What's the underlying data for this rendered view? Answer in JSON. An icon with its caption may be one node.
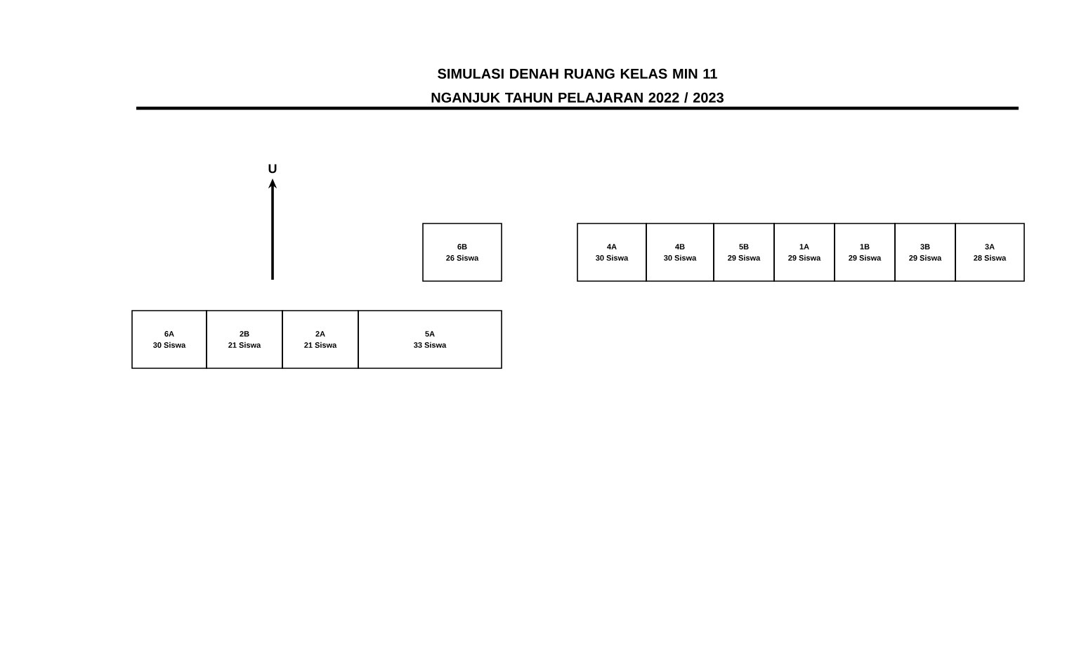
{
  "diagram": {
    "title": "SIMULASI DENAH RUANG KELAS MIN 11 NGANJUK TAHUN PELAJARAN 2022 / 2023",
    "nodes": [
      {
        "text": [
          "6B",
          "26 Siswa"
        ]
      },
      {
        "text": [
          "4A",
          "30 Siswa"
        ]
      },
      {
        "text": [
          "4B",
          "30 Siswa"
        ]
      },
      {
        "text": [
          "5B",
          "29 Siswa"
        ]
      },
      {
        "text": [
          "1A",
          "29 Siswa"
        ]
      },
      {
        "text": [
          "1B",
          "29 Siswa"
        ]
      },
      {
        "text": [
          "3B",
          "29 Siswa"
        ]
      },
      {
        "text": [
          "3A",
          "28 Siswa"
        ]
      },
      {
        "text": [
          "6A",
          "30 Siswa"
        ]
      },
      {
        "text": [
          "2B",
          "21 Siswa"
        ]
      },
      {
        "text": [
          "2A",
          "21 Siswa"
        ]
      },
      {
        "text": [
          "5A",
          "33 Siswa"
        ]
      }
    ],
    "labels": [
      "U"
    ]
  }
}
